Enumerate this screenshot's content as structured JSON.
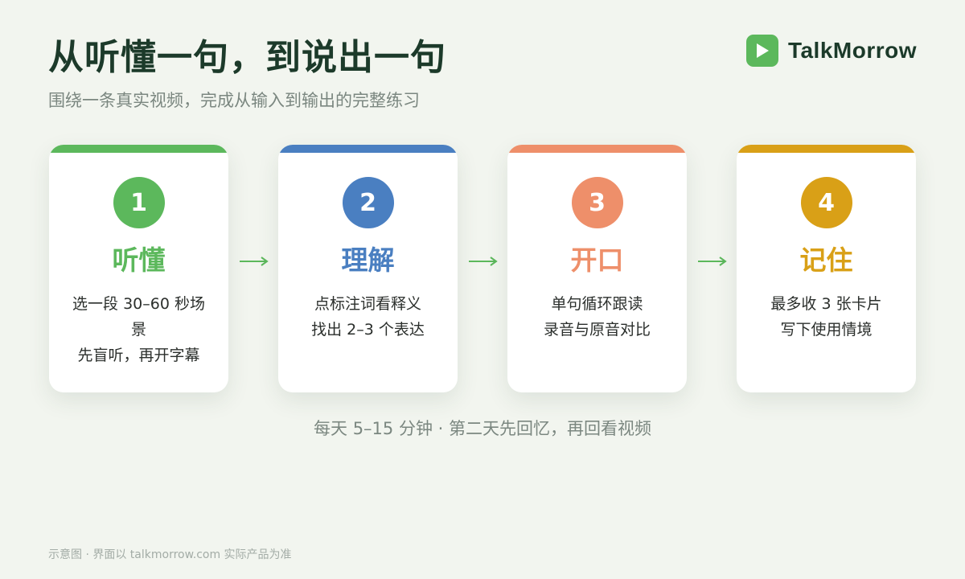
{
  "header": {
    "title": "从听懂一句，到说出一句",
    "subtitle": "围绕一条真实视频，完成从输入到输出的完整练习"
  },
  "brand": {
    "name": "TalkMorrow",
    "logo_icon": "play-icon",
    "logo_color": "#5cb85c"
  },
  "steps": [
    {
      "number": "1",
      "title": "听懂",
      "color": "#5cb85c",
      "lines": [
        "选一段 30–60 秒场",
        "景",
        "先盲听，再开字幕"
      ]
    },
    {
      "number": "2",
      "title": "理解",
      "color": "#4a7fc1",
      "lines": [
        "点标注词看释义",
        "找出 2–3 个表达"
      ]
    },
    {
      "number": "3",
      "title": "开口",
      "color": "#ee8f6a",
      "lines": [
        "单句循环跟读",
        "录音与原音对比"
      ]
    },
    {
      "number": "4",
      "title": "记住",
      "color": "#d9a017",
      "lines": [
        "最多收 3 张卡片",
        "写下使用情境"
      ]
    }
  ],
  "arrow": {
    "icon": "arrow-right-icon",
    "color": "#5cb85c"
  },
  "footnote": "每天 5–15 分钟 · 第二天先回忆，再回看视频",
  "disclaimer": "示意图 · 界面以 talkmorrow.com 实际产品为准"
}
